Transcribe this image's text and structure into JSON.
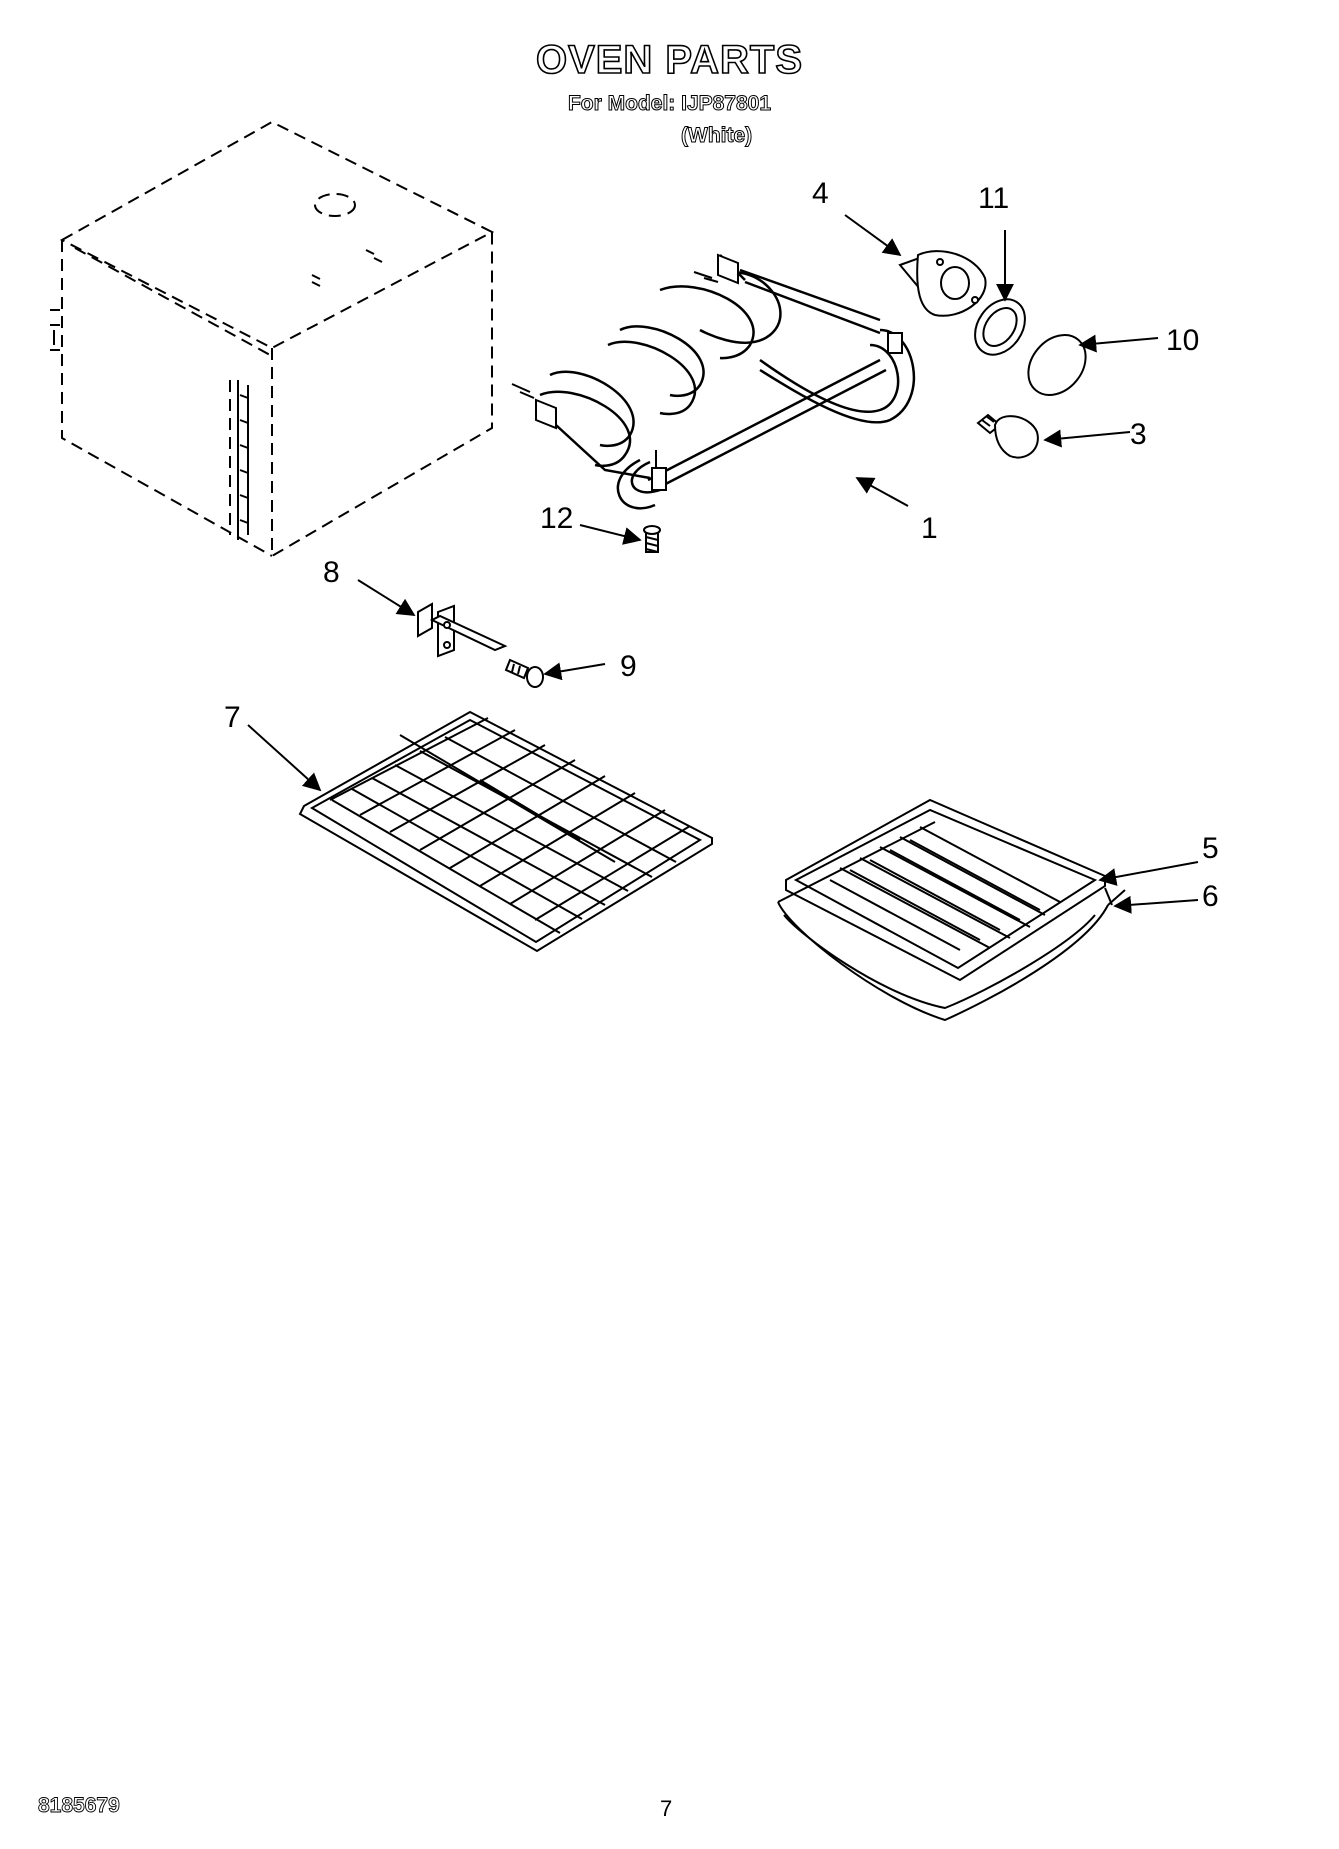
{
  "header": {
    "title": "OVEN PARTS",
    "model_line": "For Model: IJP87801",
    "color_line": "(White)"
  },
  "callouts": [
    "1",
    "3",
    "4",
    "5",
    "6",
    "7",
    "8",
    "9",
    "10",
    "11",
    "12"
  ],
  "footer": {
    "doc_number": "8185679",
    "page_number": "7"
  }
}
